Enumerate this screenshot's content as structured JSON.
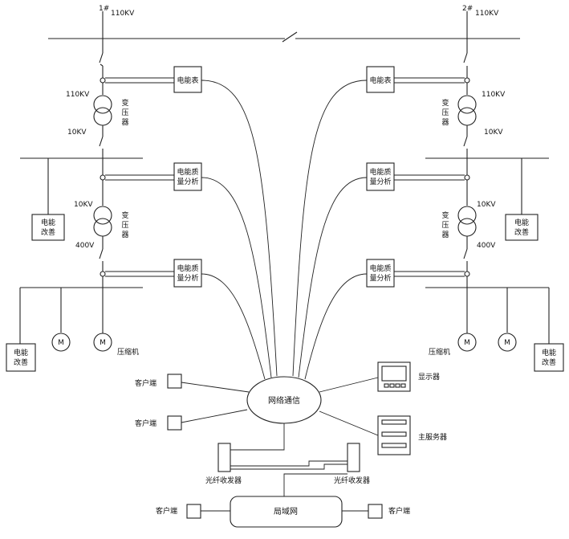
{
  "incoming": {
    "left_number": "1#",
    "right_number": "2#",
    "left_voltage": "110KV",
    "right_voltage": "110KV"
  },
  "left_branch": {
    "meter": "电能表",
    "transformer_top_label": "变压器",
    "transformer_top_hv": "110KV",
    "transformer_top_lv": "10KV",
    "analyzer_upper": "电能质量分析",
    "transformer_bottom_label": "变压器",
    "transformer_bottom_hv": "10KV",
    "transformer_bottom_lv": "400V",
    "analyzer_lower": "电能质量分析",
    "improve_upper": "电能改善",
    "improve_lower": "电能改善",
    "motor_1": "M",
    "motor_2": "M",
    "compressor": "压缩机"
  },
  "right_branch": {
    "meter": "电能表",
    "transformer_top_label": "变压器",
    "transformer_top_hv": "110KV",
    "transformer_top_lv": "10KV",
    "analyzer_upper": "电能质量分析",
    "transformer_bottom_label": "变压器",
    "transformer_bottom_hv": "10KV",
    "transformer_bottom_lv": "400V",
    "analyzer_lower": "电能质量分析",
    "improve_upper": "电能改善",
    "improve_lower": "电能改善",
    "motor_1": "M",
    "motor_2": "M",
    "compressor": "压缩机"
  },
  "network": {
    "hub": "网络通信",
    "client_1": "客户端",
    "client_2": "客户端",
    "display": "显示器",
    "server": "主服务器",
    "fiber_1": "光纤收发器",
    "fiber_2": "光纤收发器",
    "lan": "局域网",
    "lan_client_left": "客户端",
    "lan_client_right": "客户端"
  }
}
